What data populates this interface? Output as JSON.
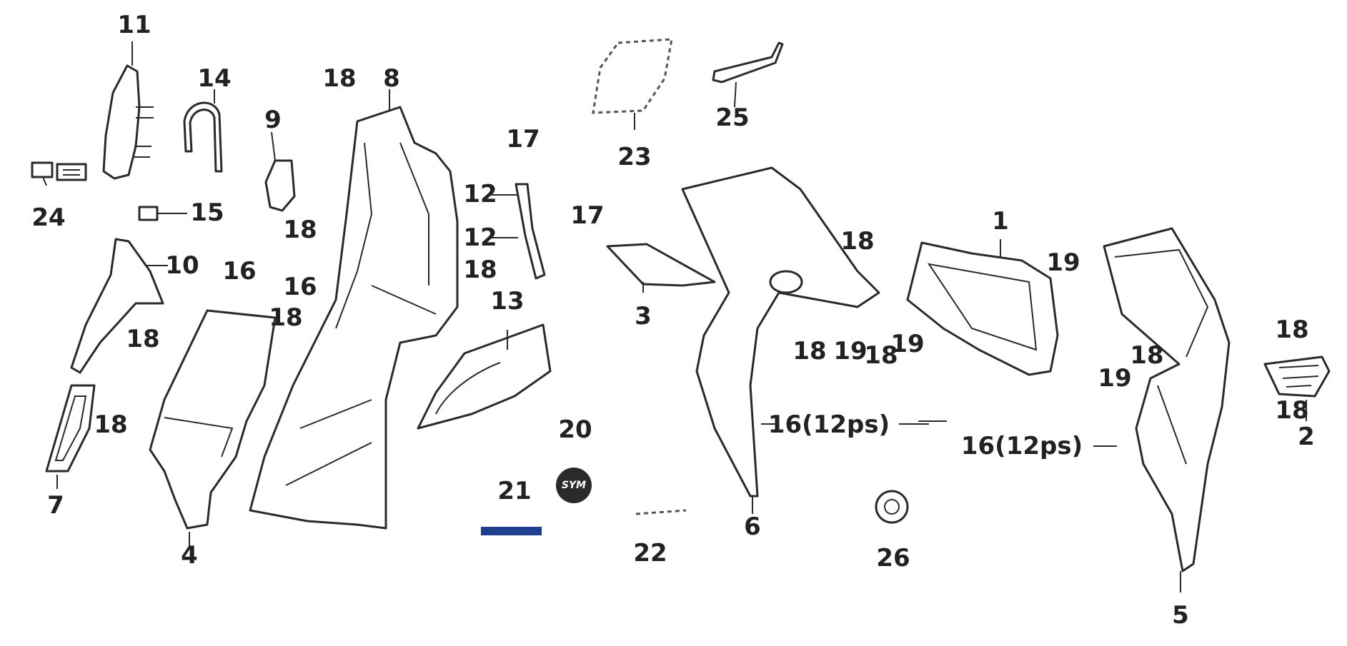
{
  "diagram": {
    "callouts": {
      "c1": "1",
      "c2": "2",
      "c3": "3",
      "c4": "4",
      "c5": "5",
      "c6": "6",
      "c7": "7",
      "c8": "8",
      "c9": "9",
      "c10": "10",
      "c11": "11",
      "c12a": "12",
      "c12b": "12",
      "c13": "13",
      "c14": "14",
      "c15": "15",
      "c16a": "16",
      "c16b": "16",
      "c16c": "16(12ps)",
      "c16d": "16(12ps)",
      "c17a": "17",
      "c17b": "17",
      "c18a": "18",
      "c18b": "18",
      "c18c": "18",
      "c18d": "18",
      "c18e": "18",
      "c18f": "18",
      "c18g": "18",
      "c18h": "18",
      "c18i": "18",
      "c18j": "18",
      "c18k": "18",
      "c18l": "18",
      "c19a": "19",
      "c19b": "19",
      "c19c": "19",
      "c19d": "19",
      "c20": "20",
      "c21": "21",
      "c22": "22",
      "c23": "23",
      "c24": "24",
      "c25": "25",
      "c26": "26"
    },
    "emblem_text": "SYM",
    "colors": {
      "line": "#2a2a2a",
      "label": "#222222",
      "emblem": "#2a2a2a",
      "stripe": "#1f3f8f"
    }
  }
}
